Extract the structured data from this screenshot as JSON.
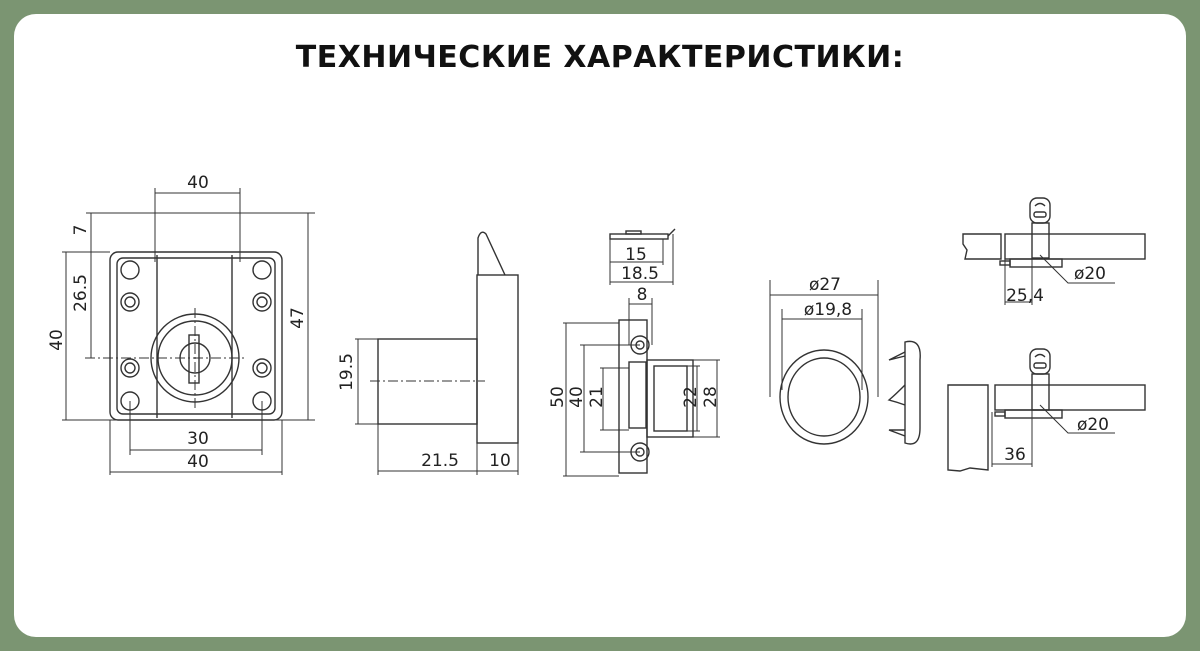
{
  "title": "ТЕХНИЧЕСКИЕ ХАРАКТЕРИСТИКИ:",
  "colors": {
    "background": "#7b9572",
    "card": "#ffffff",
    "lines": "#333333"
  },
  "front_view": {
    "top_width": "40",
    "top_offset": "7",
    "height_total": "47",
    "height_body": "40",
    "key_center": "26.5",
    "hole_spacing": "30",
    "width": "40"
  },
  "side_view": {
    "bolt_height": "19.5",
    "bolt_length": "21.5",
    "plate_thickness": "10"
  },
  "strike_plate": {
    "top_inner": "15",
    "top_outer": "18.5",
    "slot_width": "8",
    "height_50": "50",
    "height_40": "40",
    "slot_21": "21",
    "box_22": "22",
    "box_28": "28"
  },
  "escutcheon": {
    "outer_diameter": "ø27",
    "inner_diameter": "ø19,8"
  },
  "installation": {
    "top_diameter": "ø20",
    "top_offset": "25,4",
    "bottom_diameter": "ø20",
    "bottom_offset": "36"
  }
}
